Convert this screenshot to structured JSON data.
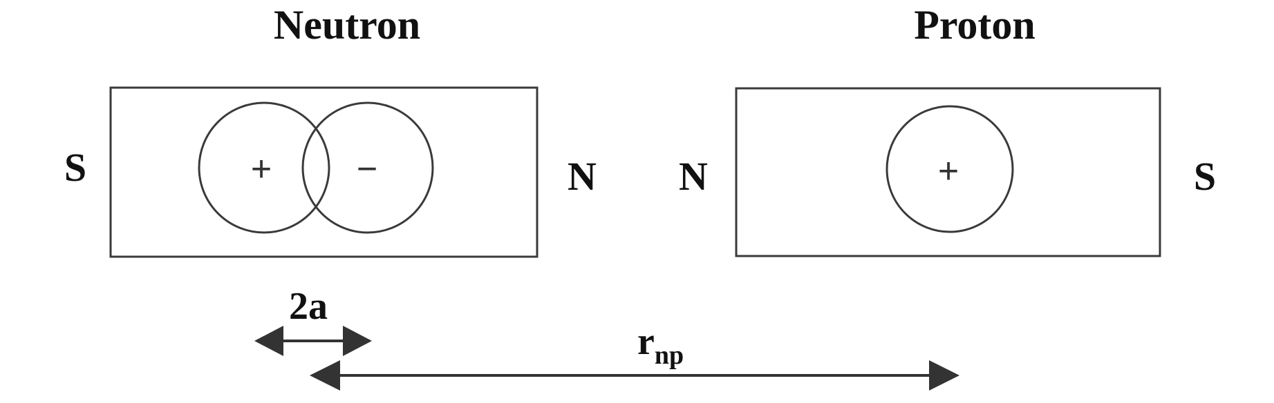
{
  "neutron": {
    "title": "Neutron",
    "pole_left": "S",
    "pole_right": "N",
    "charge_left": "+",
    "charge_right": "−"
  },
  "proton": {
    "title": "Proton",
    "pole_left": "N",
    "pole_right": "S",
    "charge": "+"
  },
  "dimensions": {
    "separation_label": "2a",
    "distance_main": "r",
    "distance_sub": "np"
  }
}
